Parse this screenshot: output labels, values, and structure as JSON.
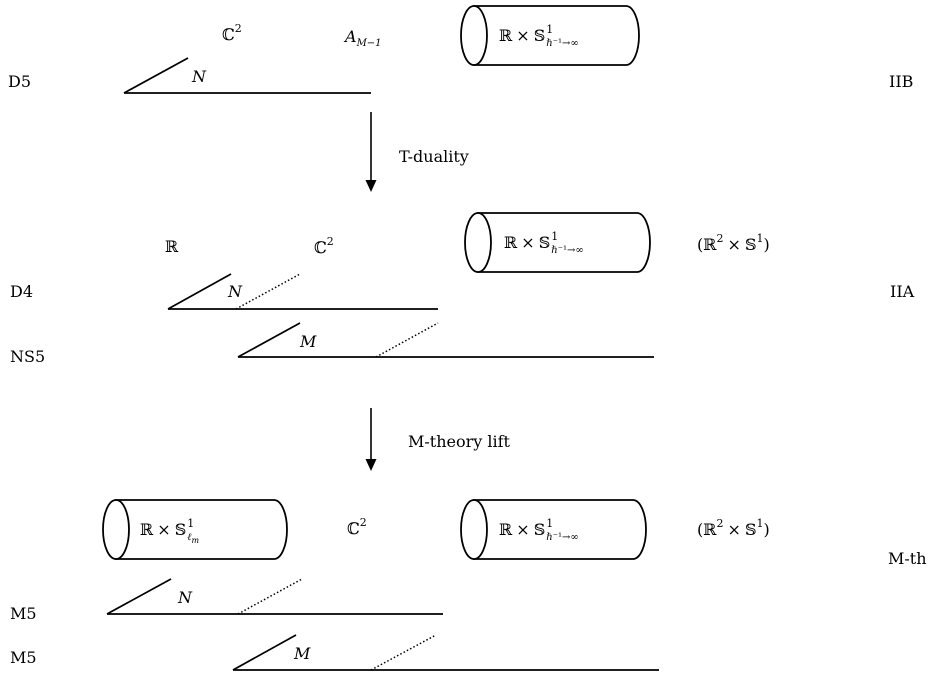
{
  "rows": {
    "top": {
      "left": "D5",
      "right": "IIB"
    },
    "middle": {
      "left_upper": "D4",
      "left_lower": "NS5",
      "right": "IIA"
    },
    "bottom": {
      "left_upper": "M5",
      "left_lower": "M5",
      "right": "M-th"
    }
  },
  "arrows": {
    "first": "T-duality",
    "second": "M-theory lift"
  },
  "symbols": {
    "C": "ℂ",
    "R": "ℝ",
    "S": "𝕊",
    "times": "×",
    "sup2": "2",
    "sup1": "1",
    "A": "A",
    "A_sub": "M−1",
    "N": "N",
    "M": "M",
    "hbar_sub": "ℏ⁻¹→∞",
    "lm_sub": "ℓ",
    "lm_subsub": "m",
    "lparen": "(",
    "rparen": ")"
  }
}
